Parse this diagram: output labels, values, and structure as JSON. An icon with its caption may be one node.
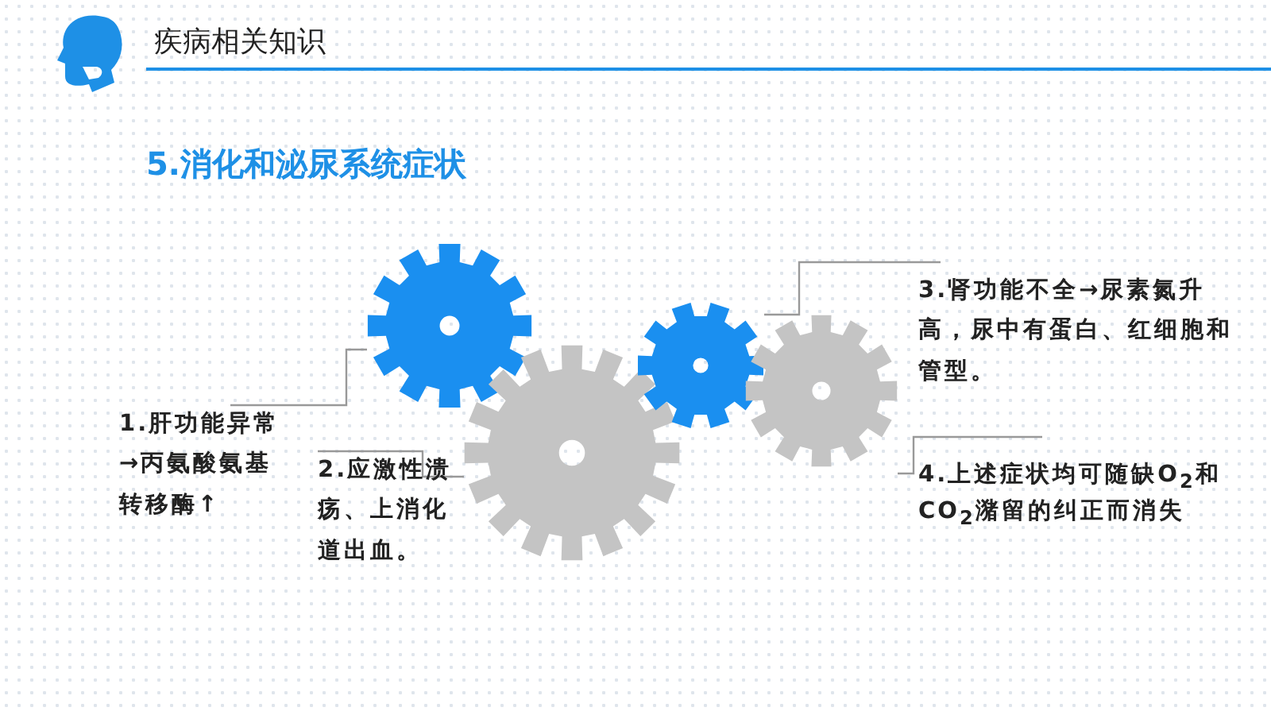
{
  "diagram": {
    "title": "疾病相关知识",
    "nodes": [
      {
        "text": [],
        "shape": "gear"
      },
      {
        "text": [],
        "shape": "gear"
      },
      {
        "text": [],
        "shape": "gear"
      },
      {
        "text": [],
        "shape": "gear"
      },
      {
        "text": [
          "1.肝功能异常→丙氨酸氨基转移酶↑"
        ]
      },
      {
        "text": [
          "2.应激性溃疡、上消化道出血。"
        ]
      },
      {
        "text": [
          "3.肾功能不全→尿素氮升高，尿中有蛋白、红细胞和管型。"
        ]
      },
      {
        "text": [
          "4.上述症状均可随缺O$_{2}$和CO$_{2}$潴留的纠正而消失"
        ]
      }
    ],
    "edges": [
      {
        "from": 4,
        "to": 0,
        "arrow": "none"
      },
      {
        "from": 5,
        "to": 1,
        "arrow": "none"
      },
      {
        "from": 6,
        "to": 2,
        "arrow": "none"
      },
      {
        "from": 7,
        "to": 3,
        "arrow": "none"
      }
    ],
    "labels": [
      "5.消化和泌尿系统症状"
    ]
  }
}
